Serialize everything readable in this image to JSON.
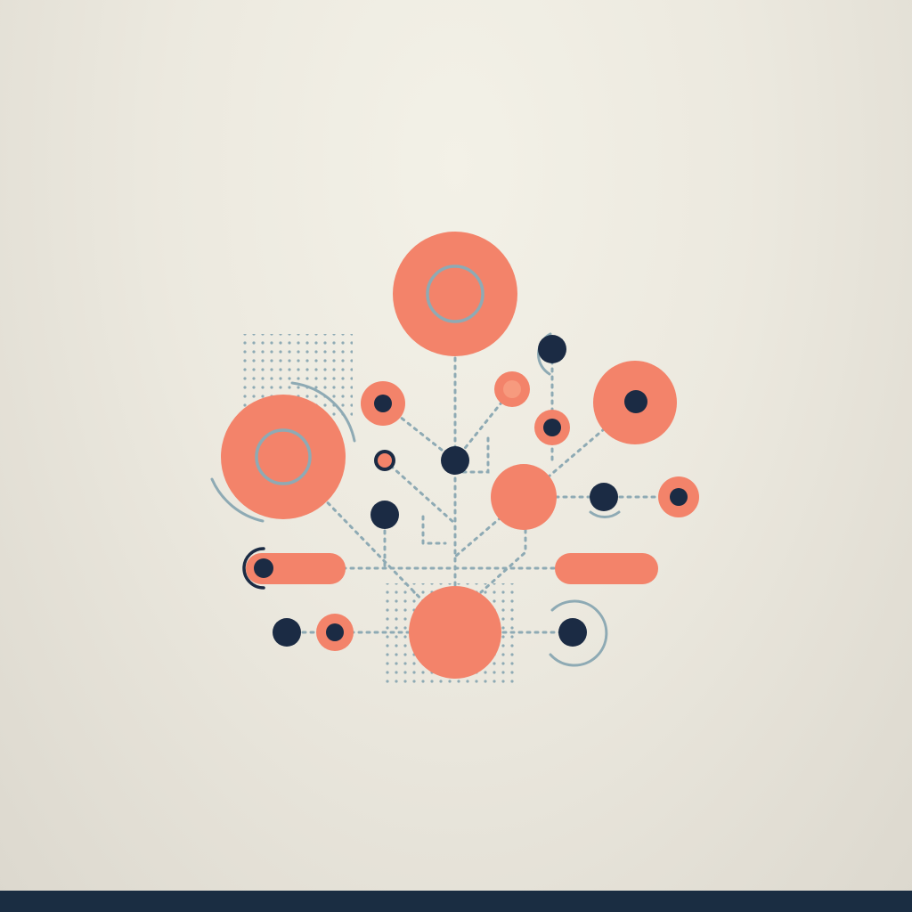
{
  "palette": {
    "background": "#eeebe2",
    "coral": "#f3836a",
    "coral_light": "#f79a7e",
    "navy": "#1b2b44",
    "teal_line": "#8eaab4",
    "bottom_bar": "#1a2d42"
  },
  "motifs": [
    "coral-circles",
    "navy-dots",
    "dotted-connector-lines",
    "dot-grid-patterns",
    "outline-arcs",
    "coral-pill-bars"
  ]
}
